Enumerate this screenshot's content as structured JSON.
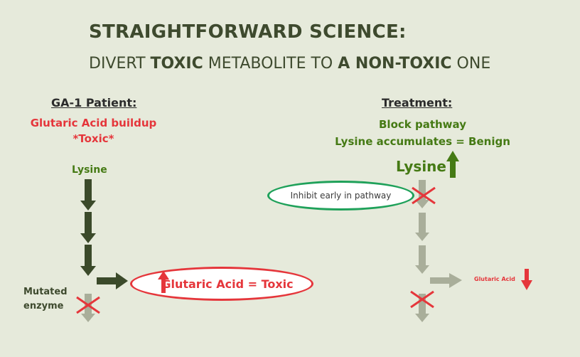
{
  "title": "STRAIGHTFORWARD SCIENCE:",
  "subtitle": {
    "part1": "DIVERT ",
    "part2": "TOXIC",
    "part3": " METABOLITE TO ",
    "part4": "A NON-TOXIC",
    "part5": " ONE"
  },
  "left": {
    "heading": "GA-1 Patient:",
    "line1": "Glutaric Acid buildup",
    "line2": "*Toxic*",
    "lysine": "Lysine",
    "mutated_line1": "Mutated",
    "mutated_line2": "enzyme",
    "oval_text": "Glutaric Acid = Toxic"
  },
  "right": {
    "heading": "Treatment:",
    "line1": "Block pathway",
    "line2": "Lysine accumulates = Benign",
    "lysine": "Lysine",
    "oval_text": "Inhibit early in pathway",
    "glutaric_small": "Glutaric Acid"
  },
  "colors": {
    "dark_arrow": "#3b4a2a",
    "faded_arrow": "#a9ae9a",
    "red": "#e5363b",
    "green": "#457a14",
    "background": "#e6eadb"
  }
}
